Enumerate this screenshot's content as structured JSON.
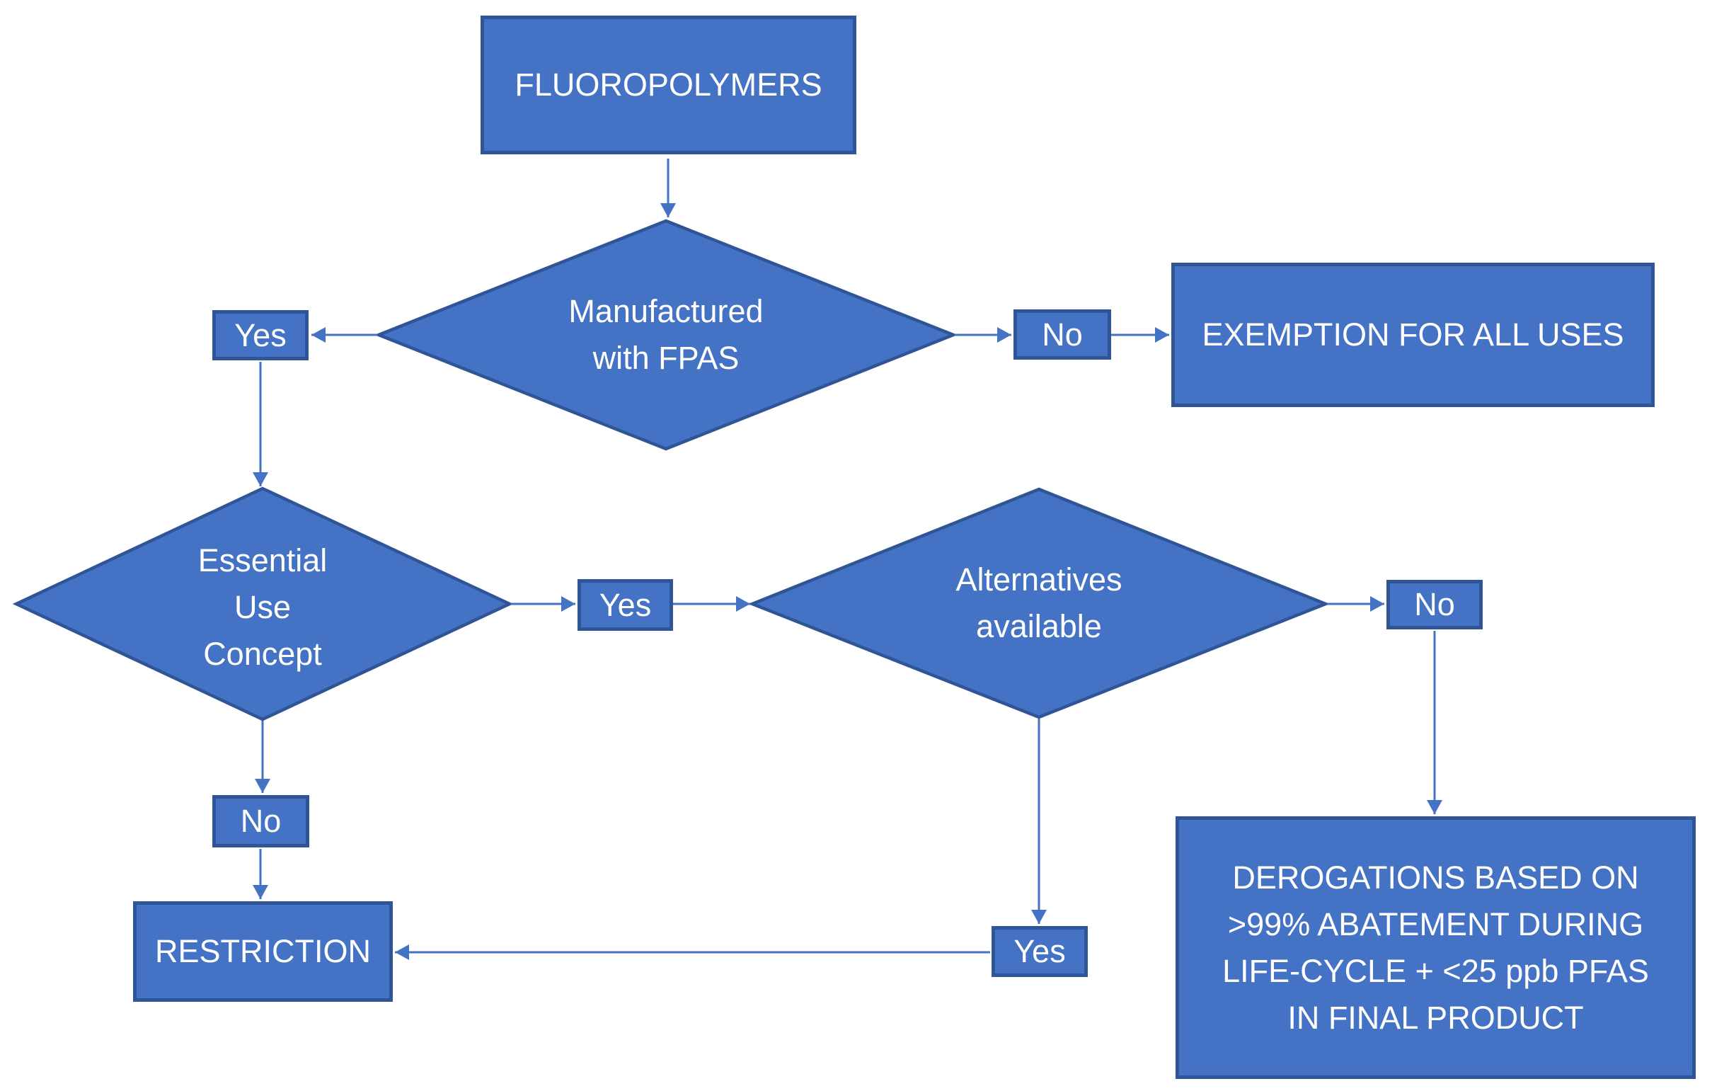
{
  "colors": {
    "fill": "#4472C4",
    "border": "#2F5597",
    "arrow": "#4472C4",
    "text": "#FFFFFF"
  },
  "nodes": {
    "fluoropolymers": {
      "label": "FLUOROPOLYMERS"
    },
    "manufactured_diamond": {
      "line1": "Manufactured",
      "line2": "with FPAS"
    },
    "yes_top": {
      "label": "Yes"
    },
    "no_top": {
      "label": "No"
    },
    "exemption": {
      "label": "EXEMPTION FOR ALL USES"
    },
    "essential_diamond": {
      "line1": "Essential",
      "line2": "Use",
      "line3": "Concept"
    },
    "yes_mid": {
      "label": "Yes"
    },
    "alternatives_diamond": {
      "line1": "Alternatives",
      "line2": "available"
    },
    "no_right": {
      "label": "No"
    },
    "no_bottom": {
      "label": "No"
    },
    "restriction": {
      "label": "RESTRICTION"
    },
    "yes_bottom": {
      "label": "Yes"
    },
    "derogations": {
      "line1": "DEROGATIONS BASED ON",
      "line2": ">99% ABATEMENT DURING",
      "line3": "LIFE-CYCLE + <25 ppb PFAS",
      "line4": "IN FINAL PRODUCT"
    }
  }
}
